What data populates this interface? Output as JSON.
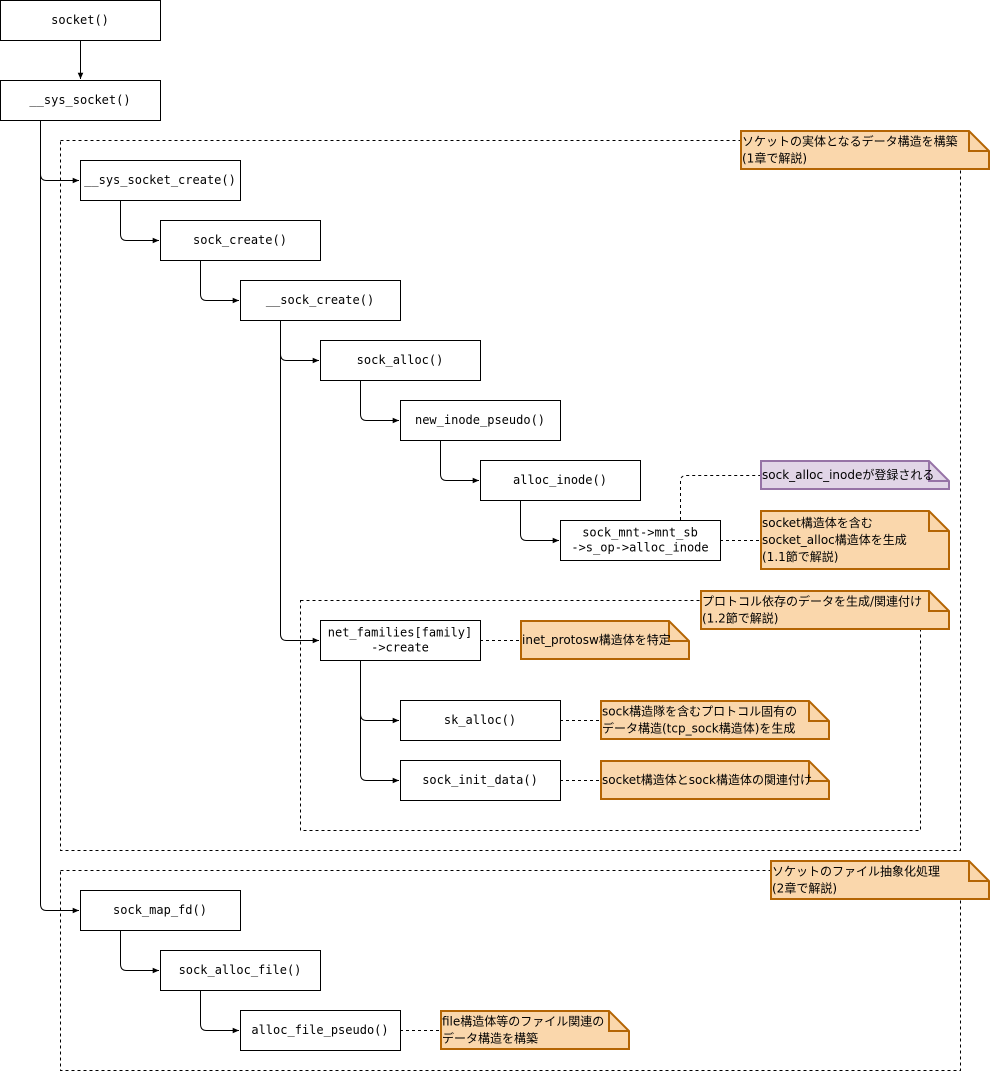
{
  "colors": {
    "note_orange_fill": "#fad7ac",
    "note_orange_stroke": "#b46504",
    "note_purple_fill": "#e1d5e7",
    "note_purple_stroke": "#9673a6"
  },
  "functions": {
    "socket": [
      "socket()"
    ],
    "sys_socket": [
      "__sys_socket()"
    ],
    "sys_socket_create": [
      "__sys_socket_create()"
    ],
    "sock_create": [
      "sock_create()"
    ],
    "__sock_create": [
      "__sock_create()"
    ],
    "sock_alloc": [
      "sock_alloc()"
    ],
    "new_inode_pseudo": [
      "new_inode_pseudo()"
    ],
    "alloc_inode": [
      "alloc_inode()"
    ],
    "sock_mnt": [
      "sock_mnt->mnt_sb",
      "->s_op->alloc_inode"
    ],
    "net_families": [
      "net_families[family]",
      "->create"
    ],
    "sk_alloc": [
      "sk_alloc()"
    ],
    "sock_init_data": [
      "sock_init_data()"
    ],
    "sock_map_fd": [
      "sock_map_fd()"
    ],
    "sock_alloc_file": [
      "sock_alloc_file()"
    ],
    "alloc_file_pseudo": [
      "alloc_file_pseudo()"
    ]
  },
  "notes": {
    "group1": [
      "ソケットの実体となるデータ構造を構築",
      "(1章で解説)"
    ],
    "inode_registered": [
      "sock_alloc_inodeが登録される"
    ],
    "socket_alloc": [
      "socket構造体を含む",
      "socket_alloc構造体を生成",
      "(1.1節で解説)"
    ],
    "protocol": [
      "プロトコル依存のデータを生成/関連付け",
      "(1.2節で解説)"
    ],
    "inet_protosw": [
      "inet_protosw構造体を特定"
    ],
    "tcp_sock": [
      "sock構造隊を含むプロトコル固有の",
      "データ構造(tcp_sock構造体)を生成"
    ],
    "sock_link": [
      "socket構造体とsock構造体の関連付け"
    ],
    "group2": [
      "ソケットのファイル抽象化処理",
      "(2章で解説)"
    ],
    "file_struct": [
      "file構造体等のファイル関連の",
      "データ構造を構築"
    ]
  }
}
